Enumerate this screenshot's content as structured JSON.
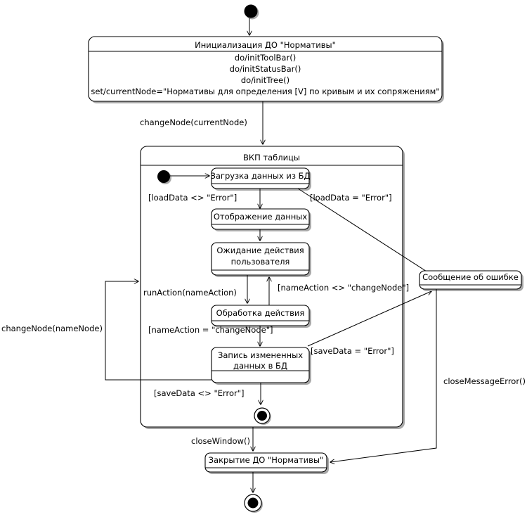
{
  "diagram": {
    "type": "uml-state-machine",
    "language": "ru",
    "title_state": "Инициализация ДО \"Нормативы\"",
    "colors": {
      "stroke": "#000000",
      "fill": "#ffffff",
      "shadow": "#a9a9a9"
    }
  },
  "states": {
    "init": {
      "name": "Инициализация ДО \"Нормативы\"",
      "actions": [
        "do/initToolBar()",
        "do/initStatusBar()",
        "do/initTree()",
        "set/currentNode=\"Нормативы для определения [V] по кривым и их сопряжениям\""
      ]
    },
    "composite": {
      "name": "ВКП таблицы"
    },
    "load": {
      "name": "Загрузка данных из БД"
    },
    "display": {
      "name": "Отображение данных"
    },
    "wait": {
      "line1": "Ожидание действия",
      "line2": "пользователя"
    },
    "process": {
      "name": "Обработка действия"
    },
    "save": {
      "line1": "Запись измененных",
      "line2": "данных в БД"
    },
    "error": {
      "name": "Сообщение об ошибке"
    },
    "close": {
      "name": "Закрытие ДО \"Нормативы\""
    }
  },
  "transitions": {
    "start_to_init": {
      "label": ""
    },
    "init_to_composite": {
      "label": "changeNode(currentNode)"
    },
    "load_to_display": {
      "label": "[loadData <> \"Error\"]"
    },
    "load_to_error": {
      "label": "[loadData = \"Error\"]"
    },
    "wait_to_process": {
      "label": "runAction(nameAction)"
    },
    "process_to_wait": {
      "label": "[nameAction <> \"changeNode\"]"
    },
    "process_to_save": {
      "label": "[nameAction = \"changeNode\"]"
    },
    "save_to_error": {
      "label": "[saveData = \"Error\"]"
    },
    "save_to_final": {
      "label": "[saveData <> \"Error\"]"
    },
    "loop_change_node": {
      "label": "changeNode(nameNode)"
    },
    "composite_to_close": {
      "label": "closeWindow()"
    },
    "error_to_close": {
      "label": "closeMessageError()"
    }
  }
}
